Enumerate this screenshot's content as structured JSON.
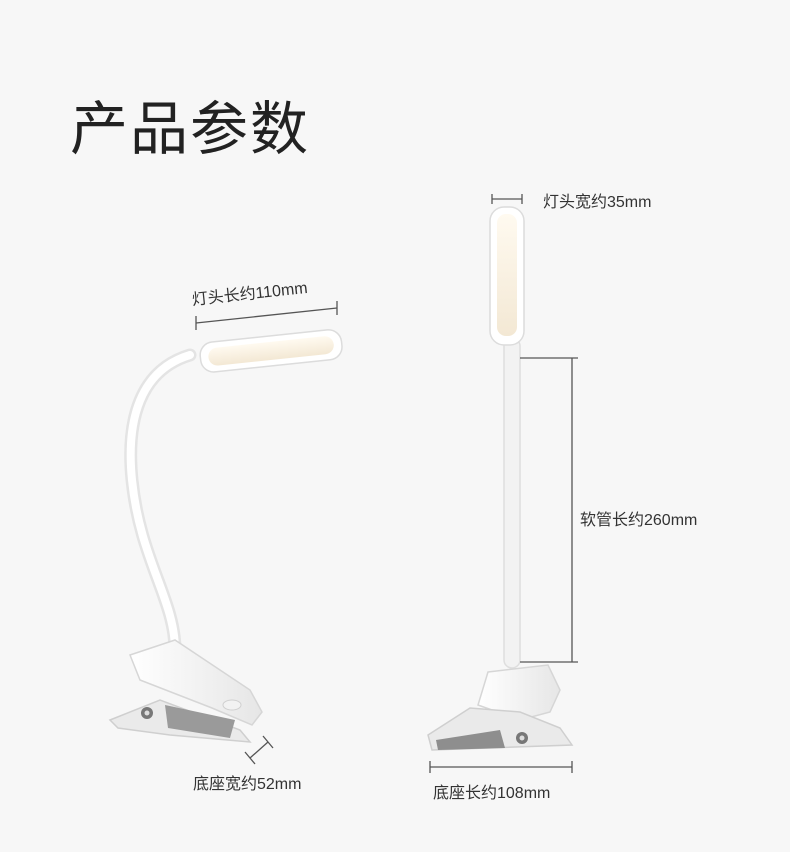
{
  "title": "产品参数",
  "labels": {
    "head_length": "灯头长约110mm",
    "head_width": "灯头宽约35mm",
    "hose_length": "软管长约260mm",
    "base_width": "底座宽约52mm",
    "base_length": "底座长约108mm"
  },
  "colors": {
    "background": "#f7f7f7",
    "lamp_body": "#ffffff",
    "lamp_light": "#fdf5e6",
    "dimension_line": "#555555",
    "text": "#333333"
  }
}
